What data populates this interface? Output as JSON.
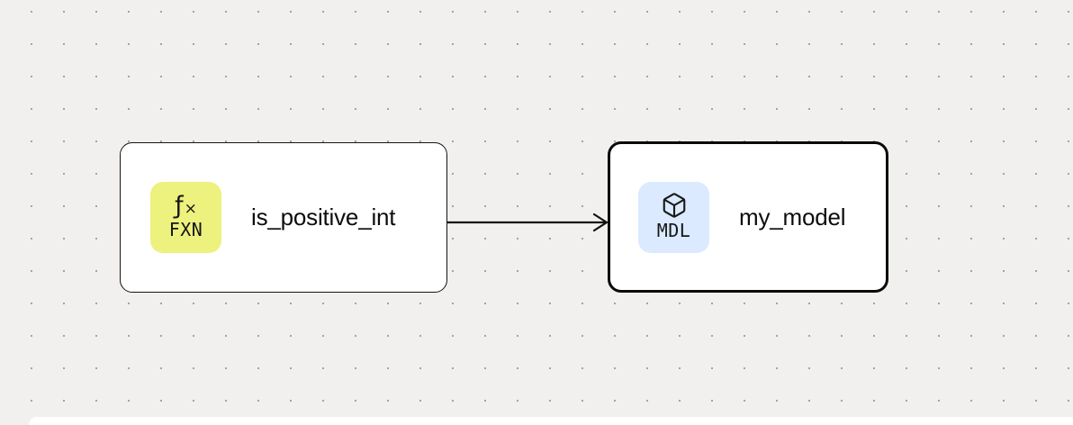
{
  "canvas": {
    "background_color": "#f1f0ef",
    "dot_color": "#a3a3a3"
  },
  "nodes": [
    {
      "id": "function-node",
      "label": "is_positive_int",
      "type_tag": "FXN",
      "badge": {
        "glyph_f": "ƒ",
        "glyph_x": "×",
        "color": "#edf17e"
      },
      "selected": false
    },
    {
      "id": "model-node",
      "label": "my_model",
      "type_tag": "MDL",
      "badge": {
        "icon": "cube-icon",
        "color": "#dbeafe"
      },
      "selected": true
    }
  ],
  "edges": [
    {
      "from": "is_positive_int",
      "to": "my_model",
      "style": "straight-arrow",
      "color": "#111111"
    }
  ]
}
